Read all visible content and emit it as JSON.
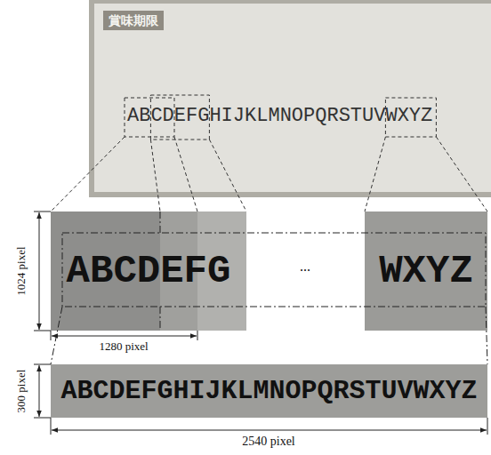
{
  "diagram": {
    "nodes": [
      {
        "text": [
          "ABCDEFGHIJKLMNOPQRSTUVWXYZ"
        ]
      },
      {
        "text": [
          "賞味期限"
        ],
        "in": 0
      },
      {
        "text": [
          "ABCDEFG"
        ]
      },
      {
        "text": [
          "WXYZ"
        ]
      },
      {
        "text": [
          "ABCDEFGHIJKLMNOPQRSTUVWXYZ"
        ]
      }
    ],
    "labels": [
      "1024 pixel",
      "1280 pixel",
      "...",
      "300 pixel",
      "2540 pixel"
    ]
  }
}
